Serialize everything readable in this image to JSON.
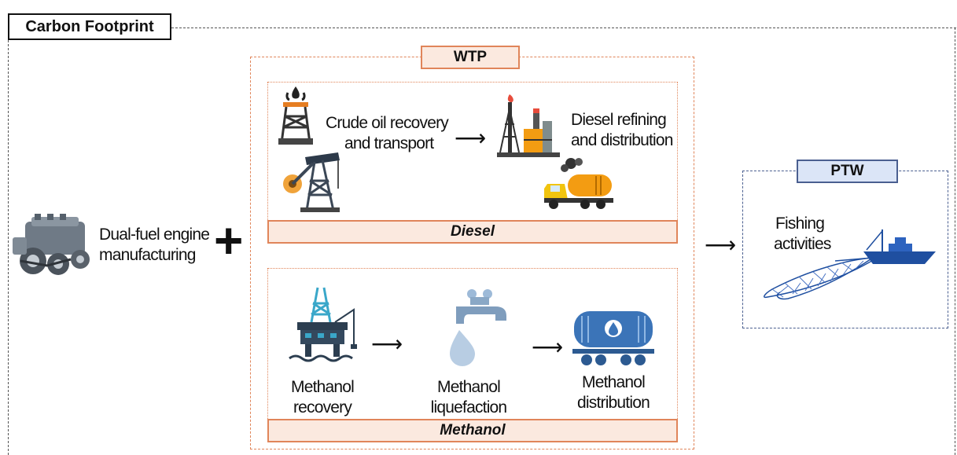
{
  "title": "Carbon Footprint",
  "engine": {
    "label_line1": "Dual-fuel engine",
    "label_line2": "manufacturing"
  },
  "plus": "+",
  "wtp": {
    "label": "WTP",
    "diesel": {
      "step1_line1": "Crude oil recovery",
      "step1_line2": "and transport",
      "step2_line1": "Diesel refining",
      "step2_line2": "and distribution",
      "label": "Diesel"
    },
    "methanol": {
      "step1_line1": "Methanol",
      "step1_line2": "recovery",
      "step2_line1": "Methanol",
      "step2_line2": "liquefaction",
      "step3_line1": "Methanol",
      "step3_line2": "distribution",
      "label": "Methanol"
    }
  },
  "ptw": {
    "label": "PTW",
    "activity_line1": "Fishing",
    "activity_line2": "activities"
  },
  "arrow": "⟶",
  "icons": {
    "engine": "engine-icon",
    "oil_derrick": "oil-derrick-icon",
    "pumpjack": "pumpjack-icon",
    "refinery": "refinery-icon",
    "tanker_truck": "tanker-truck-icon",
    "offshore_rig": "offshore-rig-icon",
    "faucet": "faucet-drop-icon",
    "rail_tank": "rail-tank-car-icon",
    "fishing_boat": "fishing-boat-icon"
  },
  "colors": {
    "wtp_accent": "#e0855a",
    "wtp_fill": "#fbe9df",
    "ptw_accent": "#4a5f90",
    "ptw_fill": "#dbe5f7",
    "icon_teal": "#3aa7c9"
  }
}
